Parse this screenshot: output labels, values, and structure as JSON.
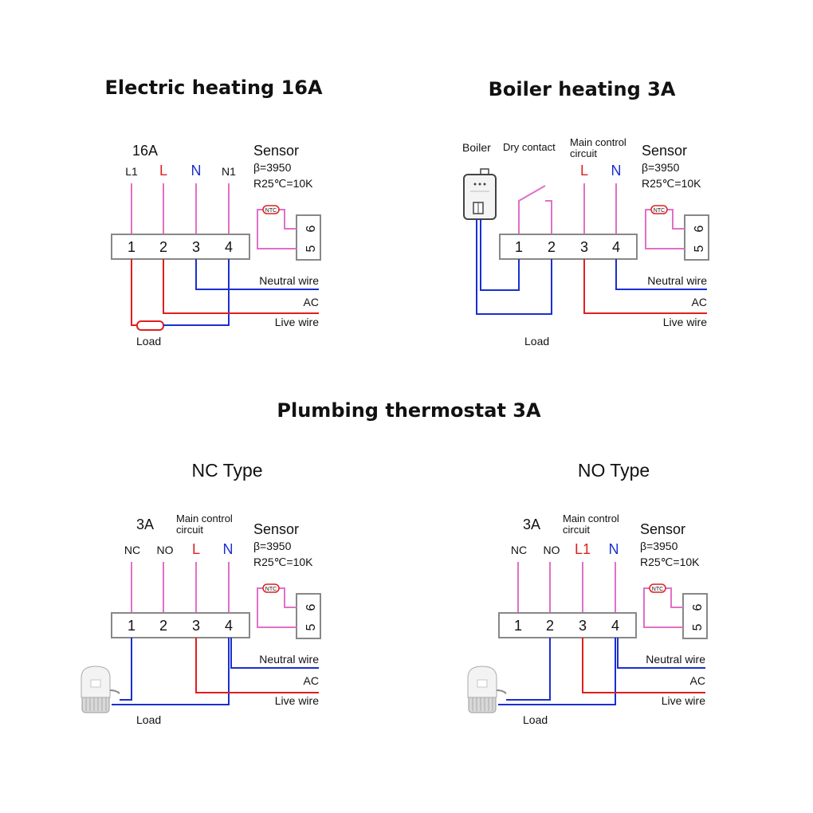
{
  "titles": {
    "electric": "Electric heating 16A",
    "boiler": "Boiler heating 3A",
    "plumbing": "Plumbing thermostat 3A",
    "nc": "NC Type",
    "no": "NO Type"
  },
  "sensor": {
    "title": "Sensor",
    "beta": "β=3950",
    "r25": "R25℃=10K",
    "ntc": "NTC",
    "term6": "6",
    "term5": "5"
  },
  "wires": {
    "neutral": "Neutral wire",
    "ac": "AC",
    "live": "Live wire",
    "load": "Load"
  },
  "electric": {
    "rating": "16A",
    "labels": [
      "L1",
      "L",
      "N",
      "N1"
    ],
    "terminals": [
      "1",
      "2",
      "3",
      "4"
    ]
  },
  "boiler": {
    "boiler_label": "Boiler",
    "dry_contact": "Dry contact",
    "main_control": "Main control",
    "circuit": "circuit",
    "labels": [
      "L",
      "N"
    ],
    "terminals": [
      "1",
      "2",
      "3",
      "4"
    ]
  },
  "nc": {
    "rating": "3A",
    "main_control": "Main control",
    "circuit": "circuit",
    "labels": [
      "NC",
      "NO",
      "L",
      "N"
    ],
    "terminals": [
      "1",
      "2",
      "3",
      "4"
    ]
  },
  "no": {
    "rating": "3A",
    "main_control": "Main control",
    "circuit": "circuit",
    "labels": [
      "NC",
      "NO",
      "L1",
      "N"
    ],
    "terminals": [
      "1",
      "2",
      "3",
      "4"
    ]
  },
  "colors": {
    "live": "#e01e1e",
    "neutral": "#1a2fd0",
    "signal": "#e070c8"
  }
}
